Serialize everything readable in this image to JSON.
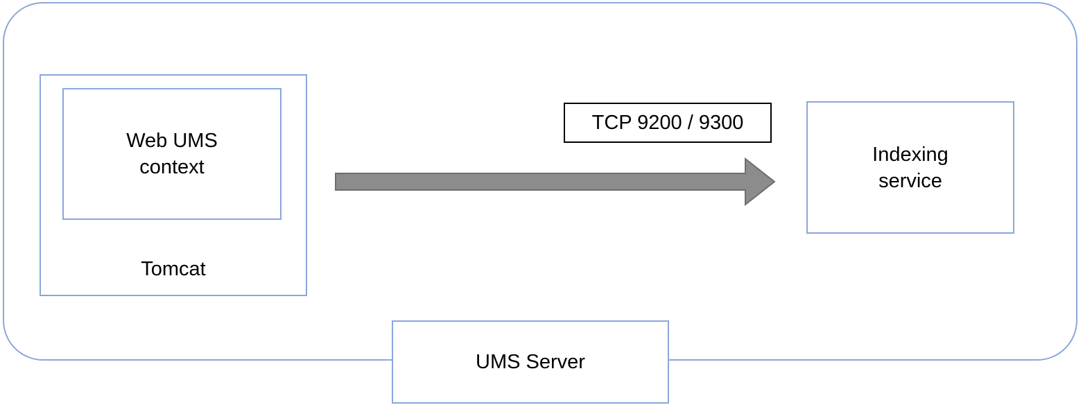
{
  "diagram": {
    "kind": "architecture-diagram",
    "nodes": {
      "web_ums_context": {
        "label": "Web UMS\ncontext"
      },
      "tomcat": {
        "label": "Tomcat"
      },
      "indexing_service": {
        "label": "Indexing\nservice"
      },
      "ums_server": {
        "label": "UMS Server"
      }
    },
    "connection": {
      "label": "TCP 9200 / 9300",
      "from": "Web UMS context",
      "to": "Indexing service",
      "direction": "left-to-right"
    },
    "colors": {
      "box_border_blue": "#8AA7DB",
      "label_border_black": "#000000",
      "arrow_fill": "#8C8C8C",
      "arrow_stroke": "#6E6E6E",
      "text": "#000000",
      "background": "#FFFFFF"
    }
  }
}
